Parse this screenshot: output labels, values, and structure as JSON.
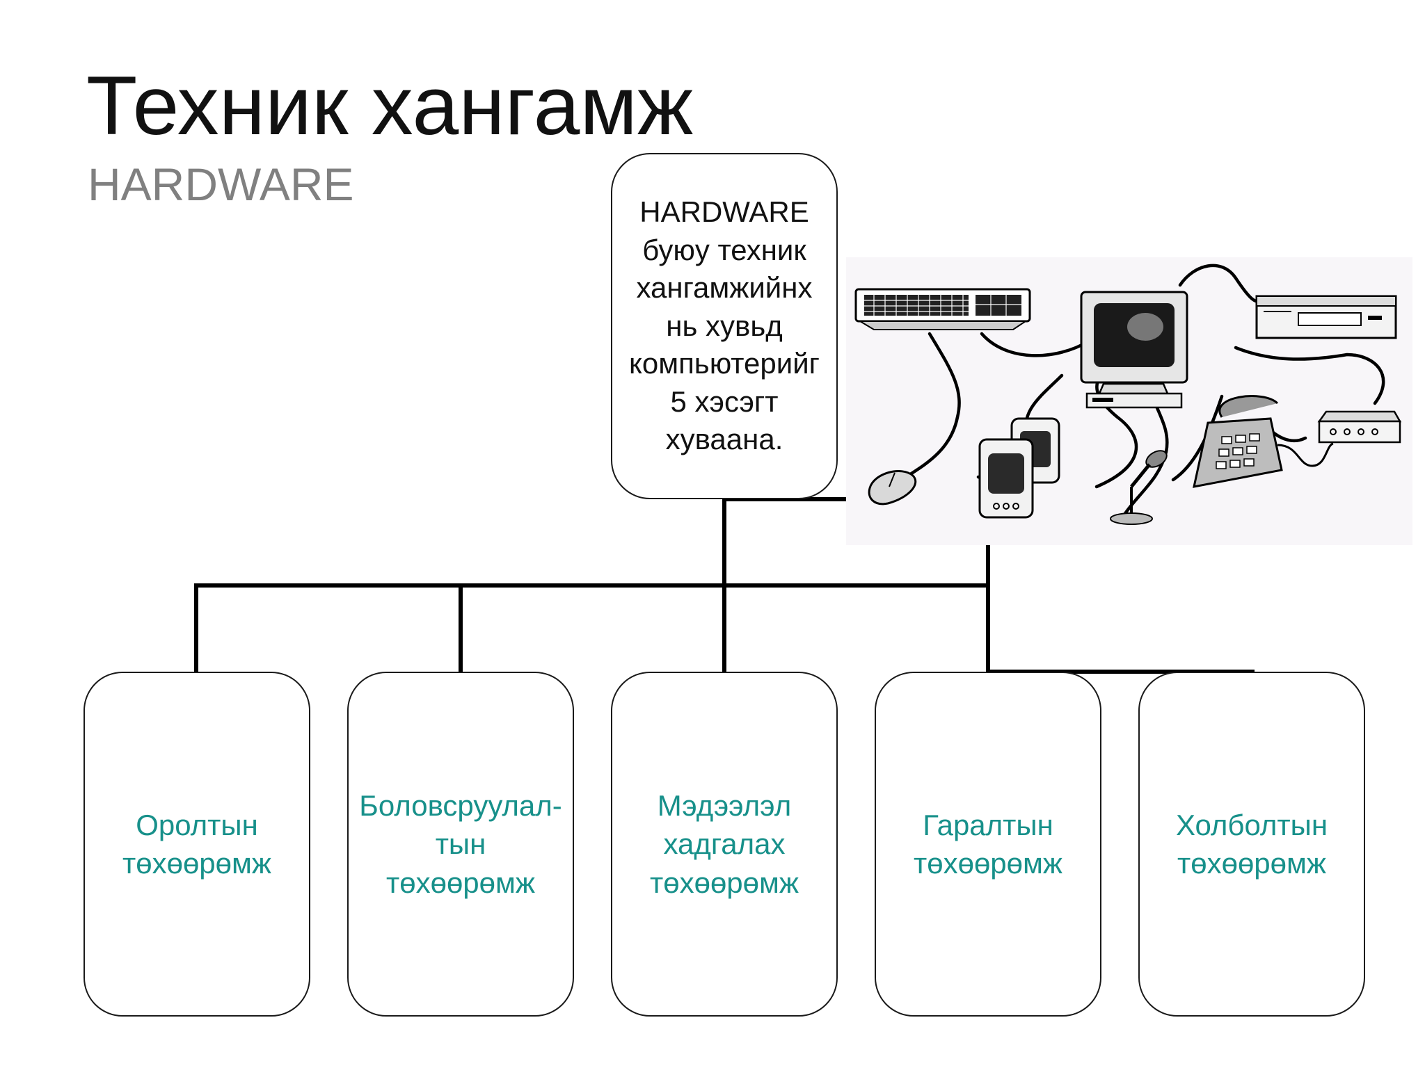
{
  "slide": {
    "title": "Техник хангамж",
    "subtitle": "HARDWARE"
  },
  "root": {
    "text": "HARDWARE\n буюу техник\n хангамжийнх\nнь хувьд\nкомпьютерийг\n5 хэсэгт\nхуваана."
  },
  "categories": [
    {
      "label": "Оролтын\nтөхөөрөмж"
    },
    {
      "label": "Боловсруулал-\nтын\nтөхөөрөмж"
    },
    {
      "label": "Мэдээлэл\nхадгалах\nтөхөөрөмж"
    },
    {
      "label": "Гаралтын\nтөхөөрөмж"
    },
    {
      "label": "Холболтын\nтөхөөрөмж"
    }
  ],
  "colors": {
    "category_text": "#17908a",
    "subtitle": "#808080",
    "connector": "#000000"
  },
  "illustration": {
    "icons": [
      "keyboard-icon",
      "monitor-icon",
      "system-unit-icon",
      "modem-icon",
      "telephone-icon",
      "microphone-icon",
      "speaker-icon",
      "mouse-icon"
    ]
  }
}
